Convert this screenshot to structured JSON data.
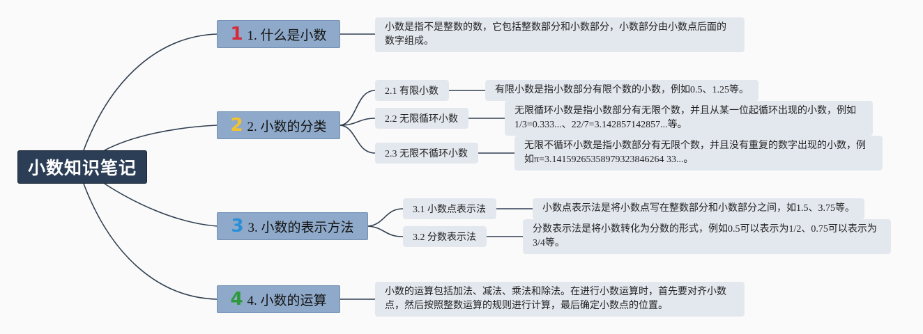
{
  "root": {
    "label": "小数知识笔记"
  },
  "topics": [
    {
      "badge": "1",
      "badge_color": "#d62b3b",
      "title": "1. 什么是小数",
      "note": "小数是指不是整数的数，它包括整数部分和小数部分，小数部分由小数点后面的数字组成。"
    },
    {
      "badge": "2",
      "badge_color": "#f2c230",
      "title": "2. 小数的分类",
      "subtopics": [
        {
          "title": "2.1 有限小数",
          "note": "有限小数是指小数部分有限个数的小数，例如0.5、1.25等。"
        },
        {
          "title": "2.2 无限循环小数",
          "note": "无限循环小数是指小数部分有无限个数，并且从某一位起循环出现的小数，例如1/3=0.333...、22/7=3.142857142857...等。"
        },
        {
          "title": "2.3 无限不循环小数",
          "note": "无限不循环小数是指小数部分有无限个数，并且没有重复的数字出现的小数，例如π=3.14159265358979323846264 33...。"
        }
      ]
    },
    {
      "badge": "3",
      "badge_color": "#2a8fd6",
      "title": "3. 小数的表示方法",
      "subtopics": [
        {
          "title": "3.1 小数点表示法",
          "note": "小数点表示法是将小数点写在整数部分和小数部分之间，如1.5、3.75等。"
        },
        {
          "title": "3.2 分数表示法",
          "note": "分数表示法是将小数转化为分数的形式，例如0.5可以表示为1/2、0.75可以表示为3/4等。"
        }
      ]
    },
    {
      "badge": "4",
      "badge_color": "#2e9a3c",
      "title": "4. 小数的运算",
      "note": "小数的运算包括加法、减法、乘法和除法。在进行小数运算时，首先要对齐小数点，然后按照整数运算的规则进行计算，最后确定小数点的位置。"
    }
  ],
  "colors": {
    "connector": "#2f3d4f",
    "main_fill": "#8ea9c9",
    "box_fill": "#e3e8ef",
    "root_fill": "#2c3e56"
  }
}
